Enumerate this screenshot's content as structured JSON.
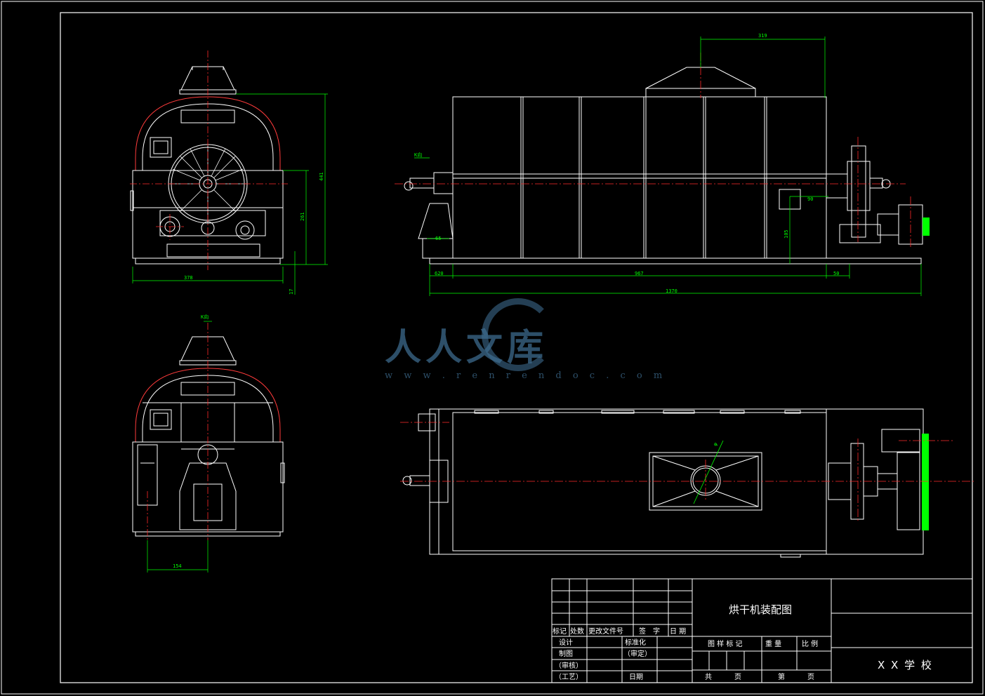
{
  "drawing": {
    "title": "烘干机装配图",
    "school": "X X 学 校"
  },
  "title_block": {
    "revision_headers": [
      "标记",
      "处数",
      "更改文件号",
      "签　字",
      "日 期"
    ],
    "rows": [
      {
        "left": "设计",
        "right": "标准化"
      },
      {
        "left": "制图",
        "right": "（审定）"
      },
      {
        "left": "（审核）",
        "right": ""
      },
      {
        "left": "（工艺）",
        "right": "日期"
      }
    ],
    "attr_headers": [
      "图 样 标 记",
      "重 量",
      "比 例"
    ],
    "sheet_labels": [
      "共",
      "页",
      "第",
      "页"
    ]
  },
  "dimensions": {
    "front_width": "378",
    "front_height_total": "441",
    "front_height_mid": "261",
    "front_base": "17",
    "side_offset": "154",
    "side_tag": "K向",
    "elev_top": "319",
    "elev_inlet": "90",
    "elev_inlet_h": "105",
    "elev_left": "620",
    "elev_main": "967",
    "elev_right": "50",
    "elev_total": "1370",
    "elev_left_h": "65",
    "elev_tag": "K向",
    "plan_dia": "φ"
  },
  "colors": {
    "frame": "#ffffff",
    "dimension": "#00ff00",
    "centerline": "#ff0000",
    "accent": "#00ff00",
    "watermark": "#3c6a8c"
  },
  "watermark": {
    "text": "人人文库",
    "url": "w w w . r e n r e n d o c . c o m"
  }
}
